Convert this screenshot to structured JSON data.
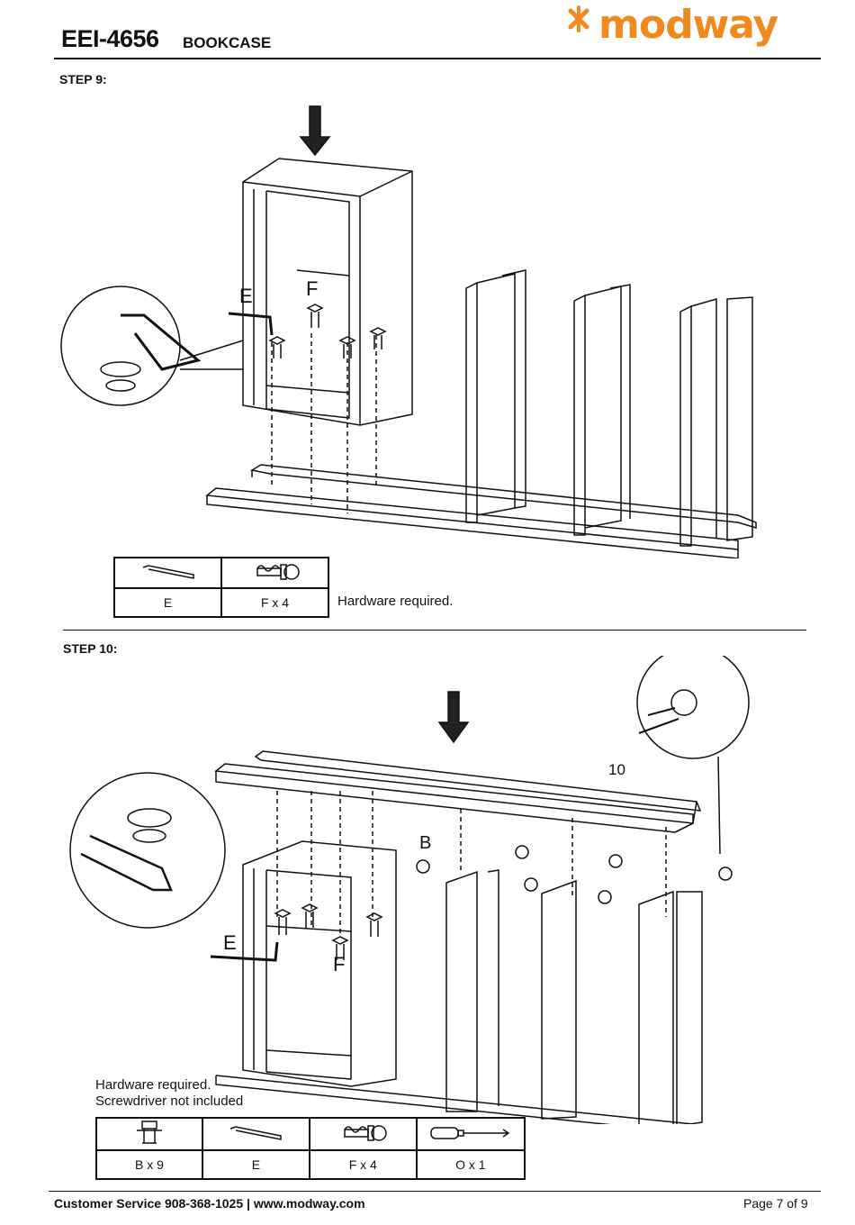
{
  "header": {
    "model": "EEI-4656",
    "product": "BOOKCASE",
    "brand": "modway",
    "brand_color": "#f08a1e"
  },
  "step9": {
    "label": "STEP 9:",
    "callouts": {
      "e": "E",
      "f": "F"
    },
    "hardware": [
      {
        "icon": "allen-key-icon",
        "label": "E"
      },
      {
        "icon": "cam-bolt-icon",
        "label": "F x 4"
      }
    ],
    "hardware_note": "Hardware required."
  },
  "step10": {
    "label": "STEP 10:",
    "callouts": {
      "b": "B",
      "e": "E",
      "f": "F",
      "part": "10"
    },
    "hardware_note_line1": "Hardware required.",
    "hardware_note_line2": "Screwdriver not included",
    "hardware": [
      {
        "icon": "cam-lock-icon",
        "label": "B x 9"
      },
      {
        "icon": "allen-key-icon",
        "label": "E"
      },
      {
        "icon": "cam-bolt-icon",
        "label": "F x 4"
      },
      {
        "icon": "screwdriver-icon",
        "label": "O x 1"
      }
    ]
  },
  "footer": {
    "customer_service": "Customer Service 908-368-1025 | www.modway.com",
    "page": "Page 7 of 9"
  }
}
